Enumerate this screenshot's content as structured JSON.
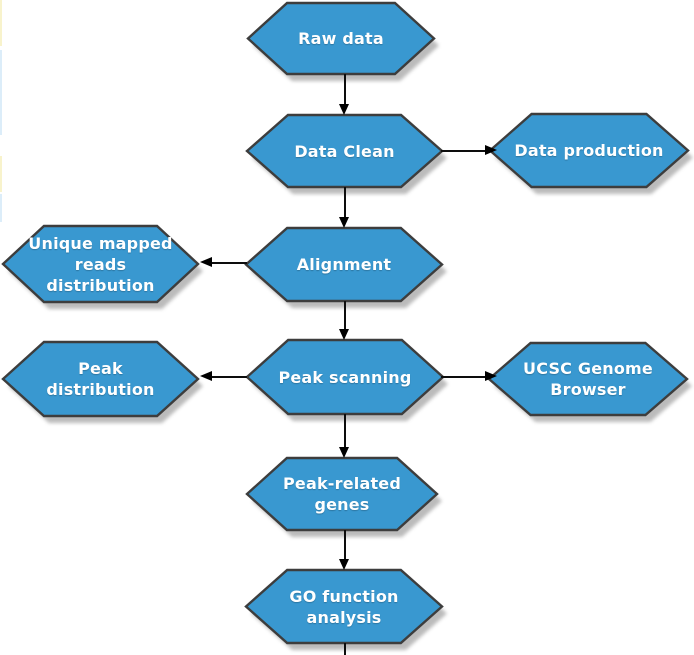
{
  "diagram": {
    "type": "flowchart",
    "description": "Sequencing data analysis pipeline flowchart with hexagonal process nodes",
    "colors": {
      "node_fill": "#3998d0",
      "node_border": "#3d3d3d",
      "node_shadow": "#b4b4b4",
      "node_text": "#ffffff",
      "connector": "#000000",
      "background": "#ffffff"
    },
    "nodes": [
      {
        "id": "raw-data",
        "label": "Raw data"
      },
      {
        "id": "data-clean",
        "label": "Data Clean"
      },
      {
        "id": "data-production",
        "label": "Data production"
      },
      {
        "id": "alignment",
        "label": "Alignment"
      },
      {
        "id": "unique-mapped-reads-distribution",
        "label": "Unique mapped reads distribution"
      },
      {
        "id": "peak-scanning",
        "label": "Peak scanning"
      },
      {
        "id": "peak-distribution",
        "label": "Peak distribution"
      },
      {
        "id": "ucsc-genome-browser",
        "label": "UCSC Genome Browser"
      },
      {
        "id": "peak-related-genes",
        "label": "Peak-related genes"
      },
      {
        "id": "go-function-analysis",
        "label": "GO function analysis"
      }
    ],
    "edges": [
      {
        "from": "raw-data",
        "to": "data-clean",
        "direction": "down"
      },
      {
        "from": "data-clean",
        "to": "data-production",
        "direction": "right"
      },
      {
        "from": "data-clean",
        "to": "alignment",
        "direction": "down"
      },
      {
        "from": "alignment",
        "to": "unique-mapped-reads-distribution",
        "direction": "left"
      },
      {
        "from": "alignment",
        "to": "peak-scanning",
        "direction": "down"
      },
      {
        "from": "peak-scanning",
        "to": "peak-distribution",
        "direction": "left"
      },
      {
        "from": "peak-scanning",
        "to": "ucsc-genome-browser",
        "direction": "right"
      },
      {
        "from": "peak-scanning",
        "to": "peak-related-genes",
        "direction": "down"
      },
      {
        "from": "peak-related-genes",
        "to": "go-function-analysis",
        "direction": "down"
      }
    ],
    "connector_stub_below_last_node": true
  }
}
